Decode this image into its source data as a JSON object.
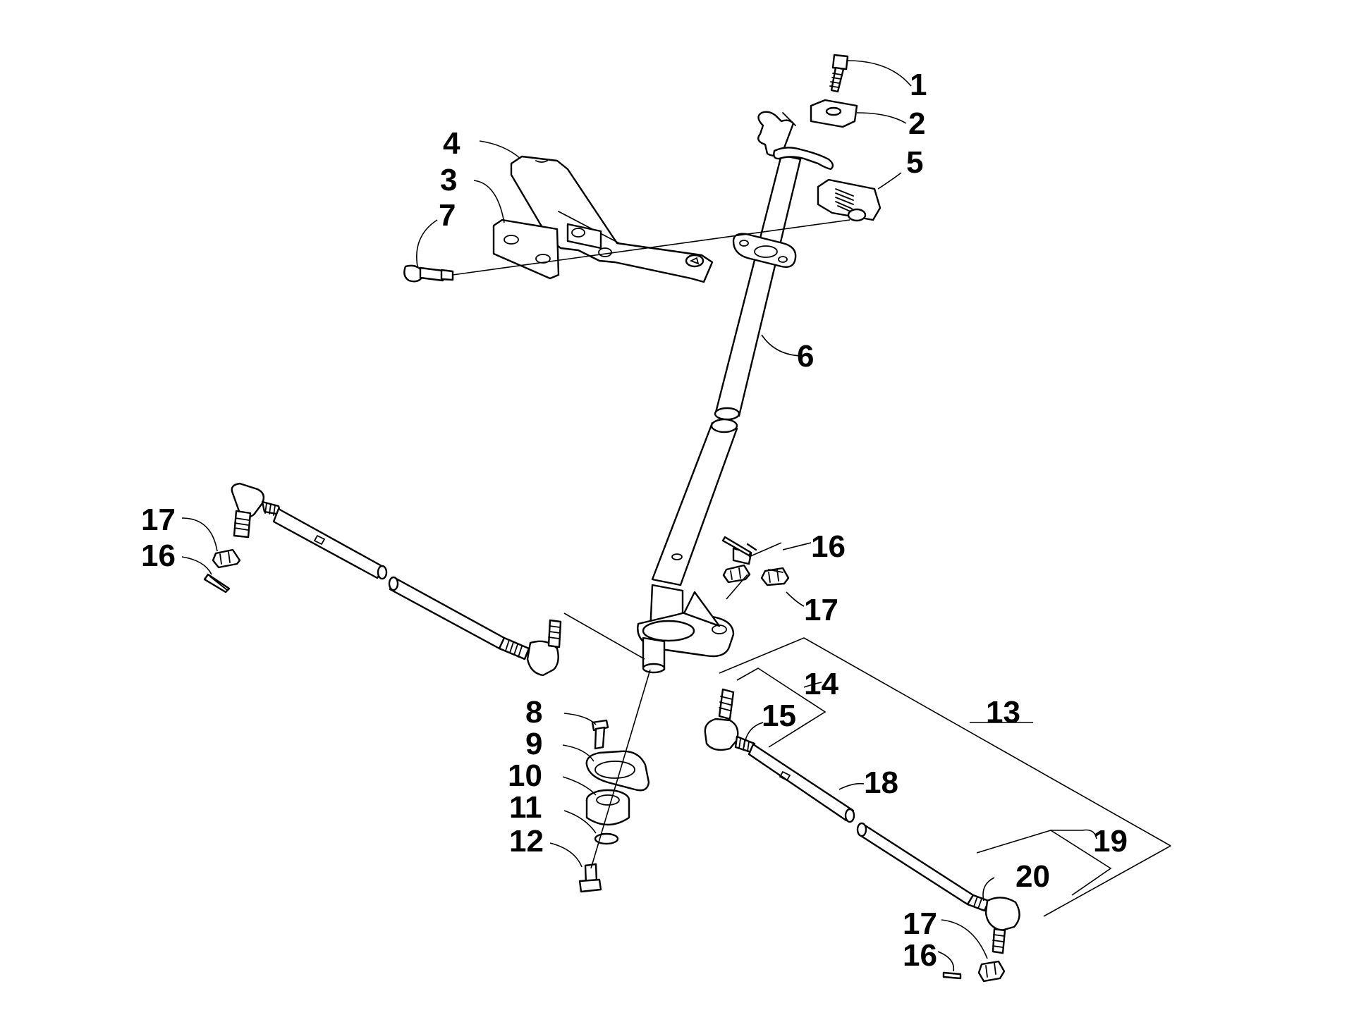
{
  "callouts": {
    "c1": "1",
    "c2": "2",
    "c3": "3",
    "c4": "4",
    "c5": "5",
    "c6": "6",
    "c7": "7",
    "c8": "8",
    "c9": "9",
    "c10": "10",
    "c11": "11",
    "c12": "12",
    "c13": "13",
    "c14": "14",
    "c15": "15",
    "c16a": "16",
    "c17a": "17",
    "c16b": "16",
    "c17b": "17",
    "c18": "18",
    "c19": "19",
    "c20": "20",
    "c17c": "17",
    "c16c": "16"
  },
  "colors": {
    "line": "#000000",
    "background": "#ffffff"
  }
}
